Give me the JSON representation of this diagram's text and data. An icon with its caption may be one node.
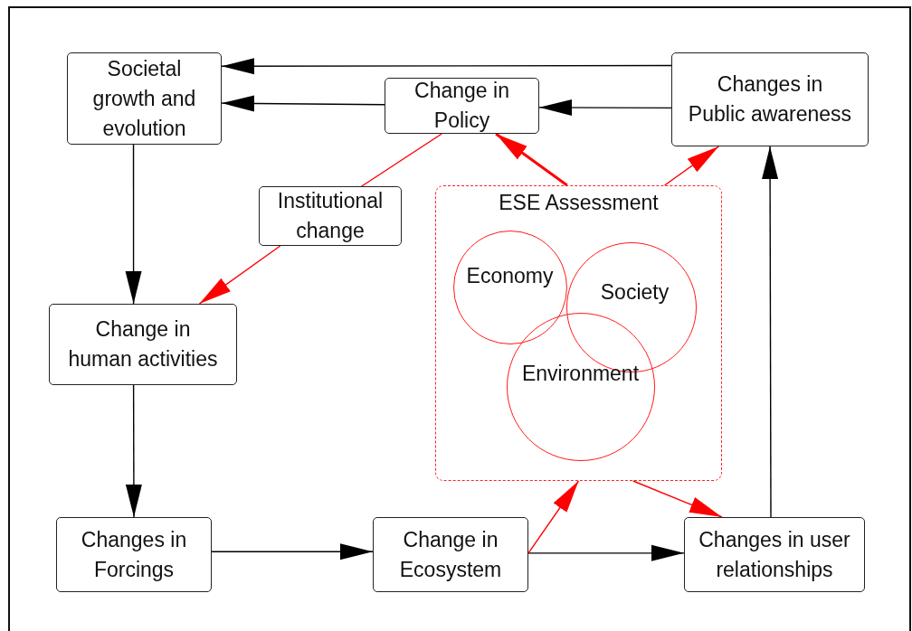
{
  "diagram": {
    "nodes": [
      {
        "text": [
          "Societal growth and evolution"
        ]
      },
      {
        "text": [
          "Change in Policy"
        ]
      },
      {
        "text": [
          "Changes in Public awareness"
        ]
      },
      {
        "text": [
          "Institutional change"
        ]
      },
      {
        "text": [
          "ESE Assessment"
        ]
      },
      {
        "text": [
          "Economy"
        ],
        "in": 4
      },
      {
        "text": [
          "Society"
        ],
        "in": 4
      },
      {
        "text": [
          "Environment"
        ],
        "in": 4
      },
      {
        "text": [
          "Change in human activities"
        ]
      },
      {
        "text": [
          "Changes in Forcings"
        ]
      },
      {
        "text": [
          "Change in Ecosystem"
        ]
      },
      {
        "text": [
          "Changes in user relationships"
        ]
      }
    ],
    "edges": [
      {
        "from": 2,
        "to": 0,
        "arrow": "to"
      },
      {
        "from": 1,
        "to": 0,
        "arrow": "to"
      },
      {
        "from": 2,
        "to": 1,
        "arrow": "to"
      },
      {
        "from": 0,
        "to": 8,
        "arrow": "to"
      },
      {
        "from": 1,
        "to": 3,
        "arrow": "none",
        "color": "#ff0000"
      },
      {
        "from": 3,
        "to": 8,
        "arrow": "to",
        "color": "#ff0000"
      },
      {
        "from": 4,
        "to": 1,
        "arrow": "to",
        "style": "thick",
        "color": "#ff0000"
      },
      {
        "from": 4,
        "to": 2,
        "arrow": "to",
        "color": "#ff0000"
      },
      {
        "from": 8,
        "to": 9,
        "arrow": "to"
      },
      {
        "from": 9,
        "to": 10,
        "arrow": "to"
      },
      {
        "from": 10,
        "to": 11,
        "arrow": "to"
      },
      {
        "from": 10,
        "to": 4,
        "arrow": "to",
        "color": "#ff0000"
      },
      {
        "from": 4,
        "to": 11,
        "arrow": "to",
        "color": "#ff0000"
      },
      {
        "from": 11,
        "to": 2,
        "arrow": "to"
      }
    ]
  }
}
